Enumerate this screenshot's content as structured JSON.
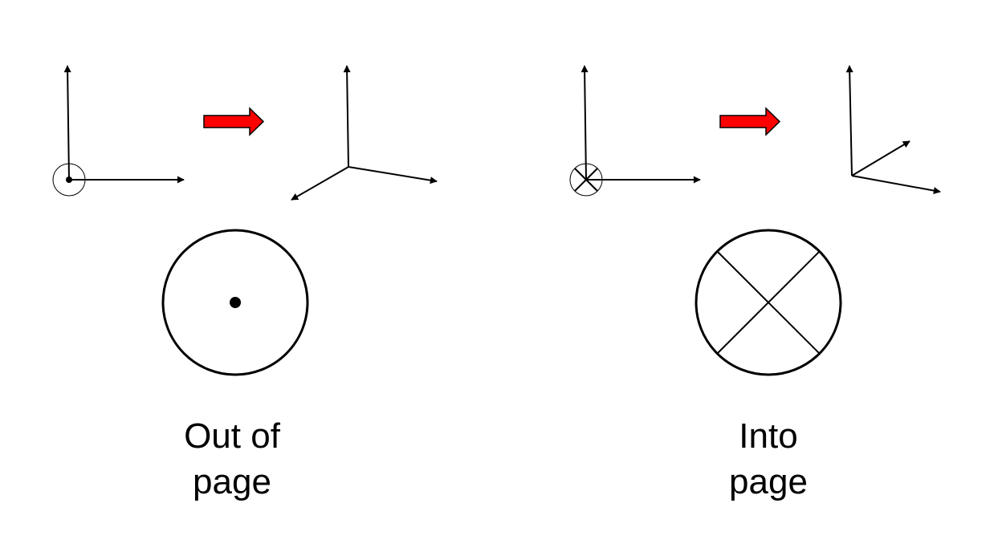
{
  "panels": [
    {
      "id": "out",
      "caption_line1": "Out of",
      "caption_line2": "page",
      "symbol": "dot-in-circle"
    },
    {
      "id": "in",
      "caption_line1": "Into",
      "caption_line2": "page",
      "symbol": "cross-in-circle"
    }
  ],
  "colors": {
    "arrow": "#ff0000",
    "stroke": "#000000"
  }
}
